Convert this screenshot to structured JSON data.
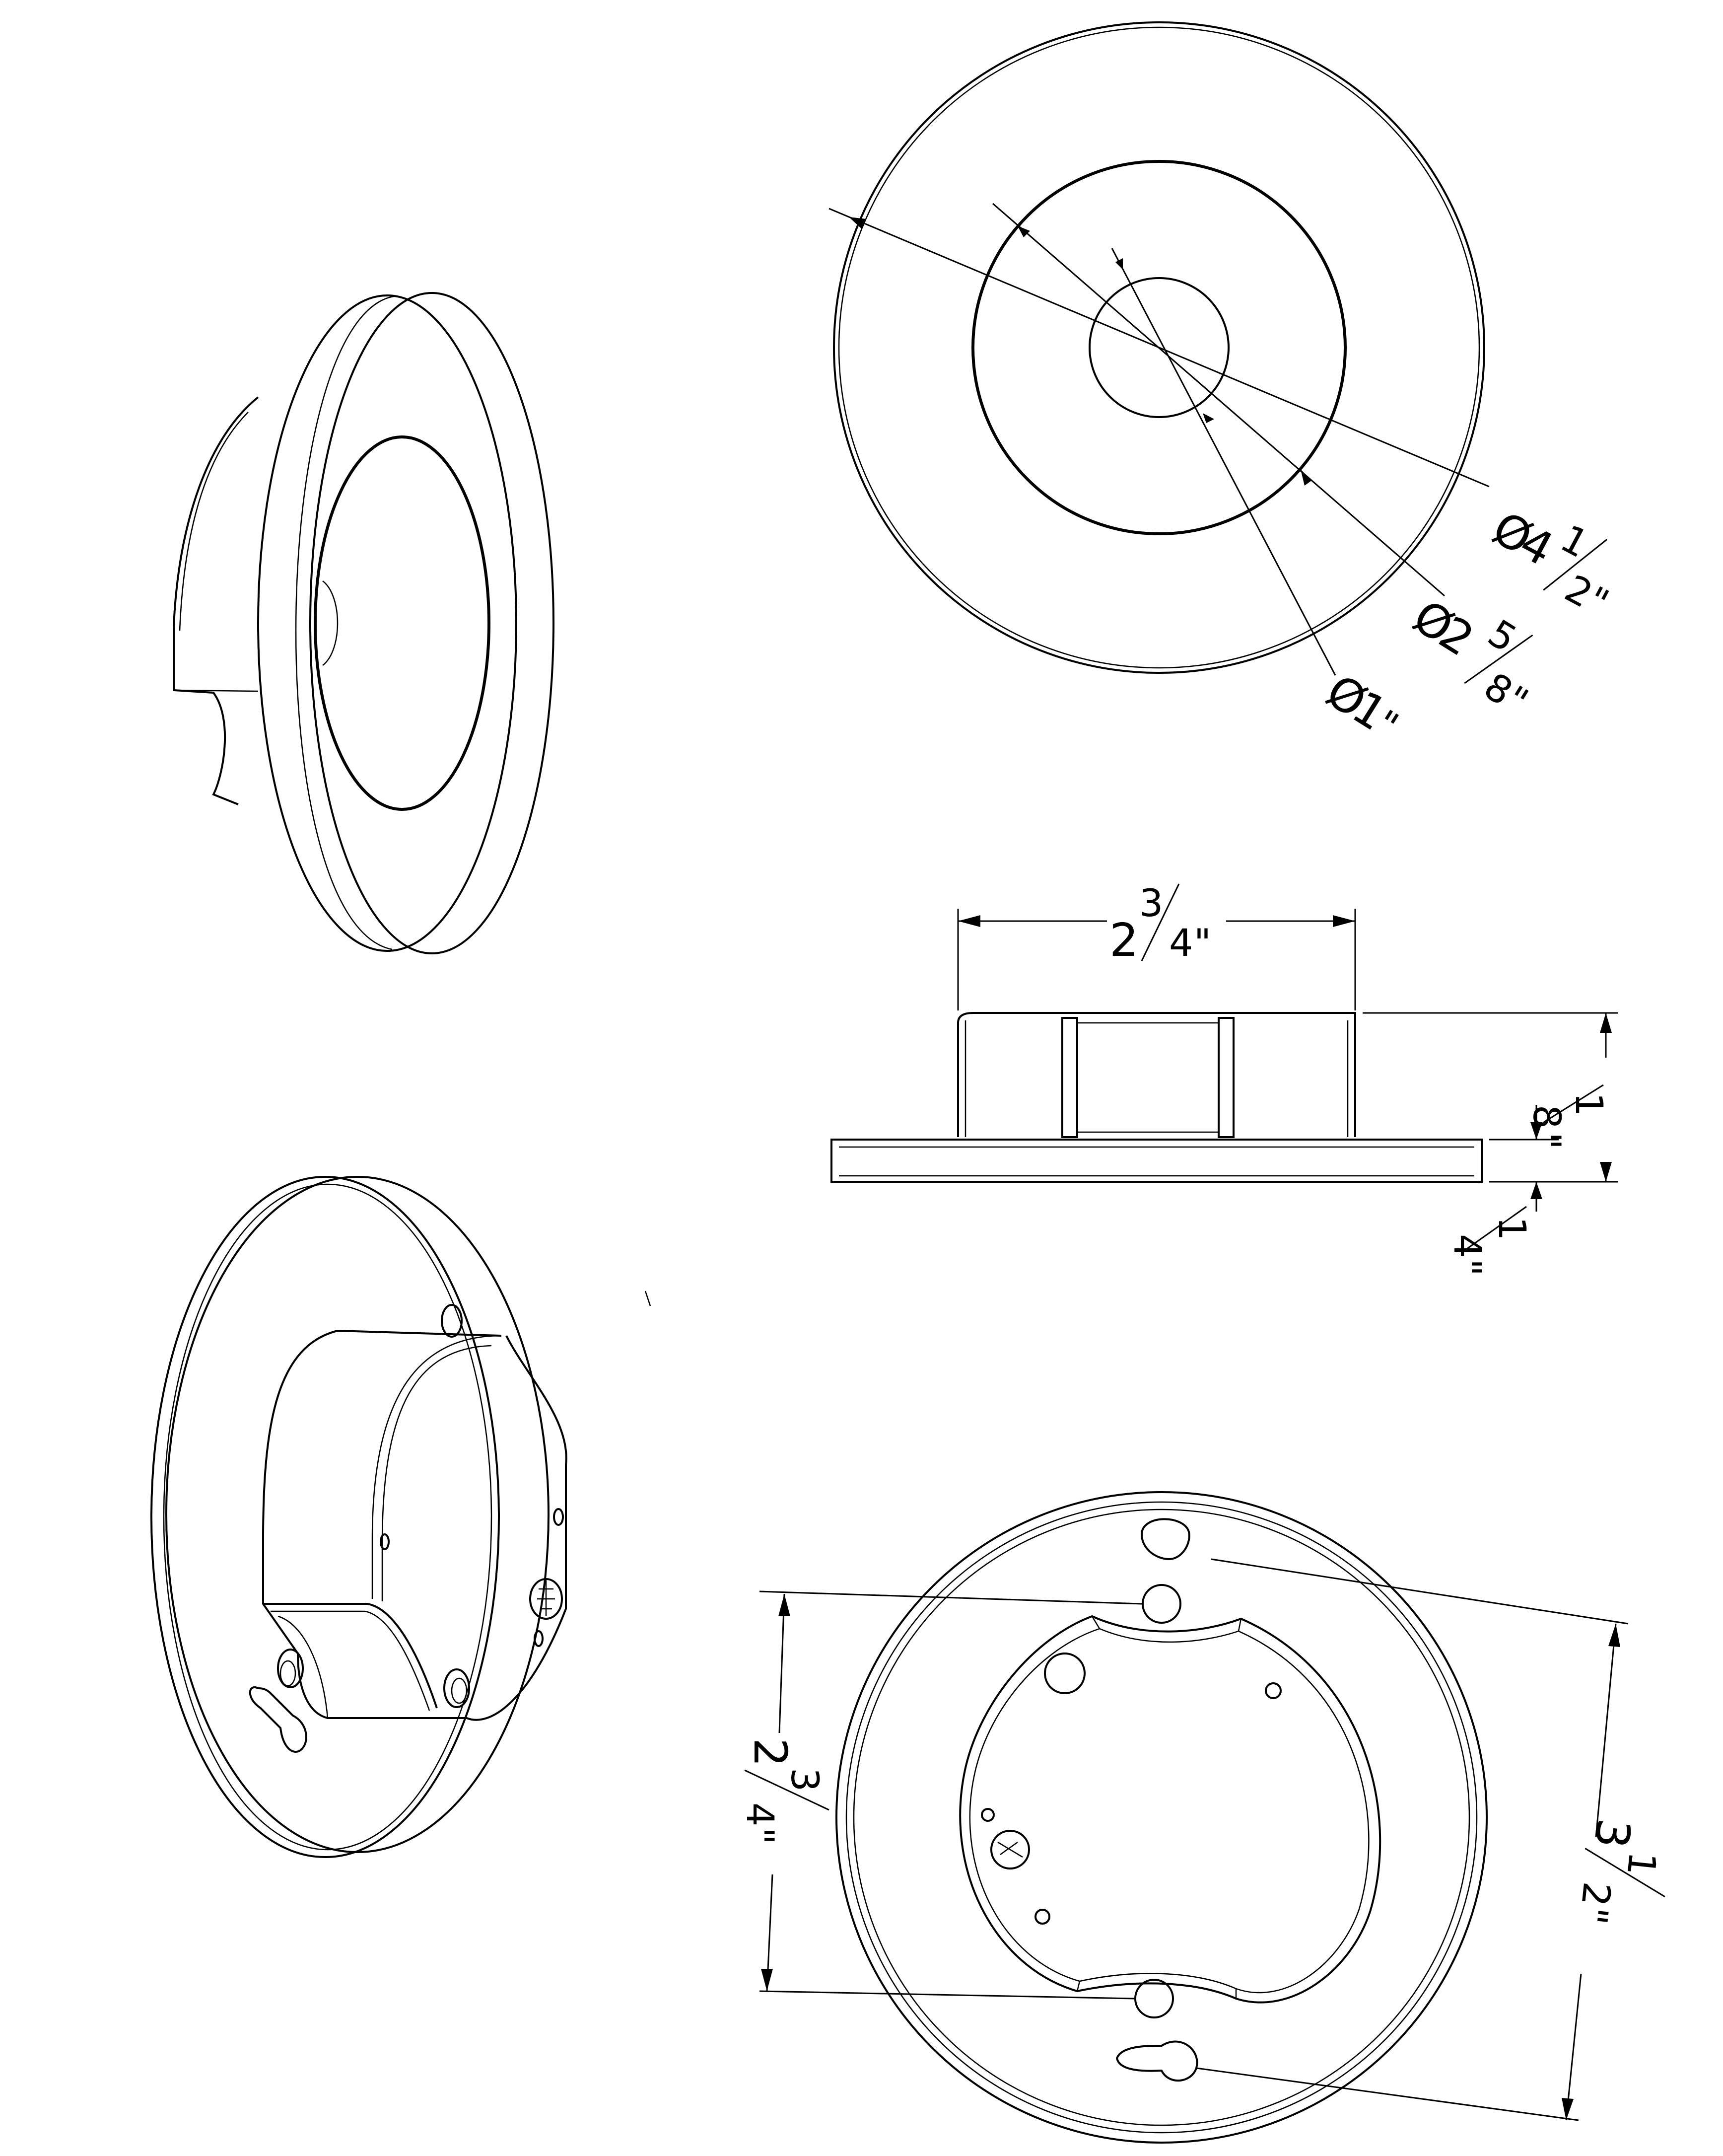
{
  "dimensions": {
    "outer_diameter": {
      "symbol": "Ø",
      "whole": "4",
      "num": "1",
      "den": "2",
      "unit": "\""
    },
    "mid_diameter": {
      "symbol": "Ø",
      "whole": "2",
      "num": "5",
      "den": "8",
      "unit": "\""
    },
    "inner_diameter": {
      "symbol": "Ø",
      "whole": "1",
      "unit": "\""
    },
    "boss_width": {
      "whole": "2",
      "num": "3",
      "den": "4",
      "unit": "\""
    },
    "boss_height": {
      "num": "1",
      "den": "8",
      "unit": "\""
    },
    "plate_thickness": {
      "num": "1",
      "den": "4",
      "unit": "\""
    },
    "hole_spacing": {
      "whole": "2",
      "num": "3",
      "den": "4",
      "unit": "\""
    },
    "keyhole_spacing": {
      "whole": "3",
      "num": "1",
      "den": "2",
      "unit": "\""
    }
  }
}
